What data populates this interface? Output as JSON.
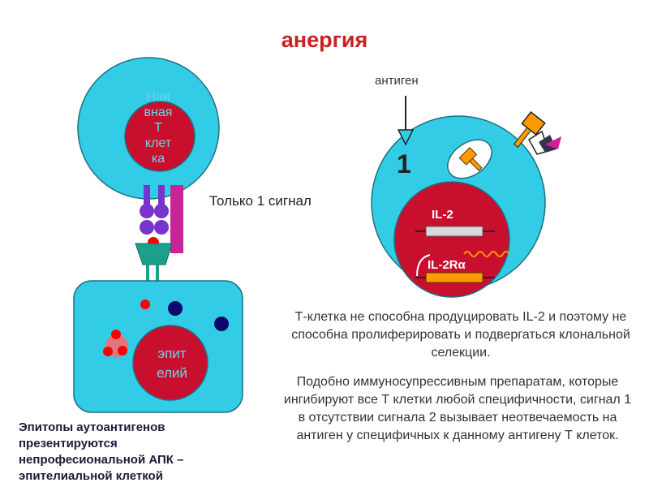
{
  "title": "анергия",
  "antigen_label": "антиген",
  "signal_label": "Только 1 сигнал",
  "naive_t_cell_text": "Наи\nвная\nТ\nклет\nка",
  "epithelium_text": "эпит\nелий",
  "signal_number": "1",
  "gene_il2_label": "IL-2",
  "gene_il2ra_label": "IL-2Rα",
  "paragraph_1": "Т-клетка не способна продуцировать IL-2 и поэтому не способна пролиферировать и подвергаться клональной селекции.",
  "paragraph_2": "Подобно иммуносупрессивным препаратам, которые ингибируют все Т клетки любой специфичности, сигнал 1 в отсутствии сигнала 2 вызывает неотвечаемость на антиген  у специфичных к данному антигену Т клеток.",
  "caption": "Эпитопы аутоантигенов презентируются\n непрофесиональной АПК –\nэпителиальной клеткой",
  "colors": {
    "title": "#cc1f1f",
    "cell_fill": "#33cce6",
    "cell_stroke": "#1e7080",
    "nucleus_fill": "#c8102e",
    "nucleus_text": "#6fd3ea",
    "tcr": "#7733cc",
    "cd28_stalk": "#cc2299",
    "mhc": "#1aa08c",
    "gene_bar": "#d9d9d9",
    "gene_bar_2": "#ff9900",
    "mrna_wave": "#ff9900"
  }
}
